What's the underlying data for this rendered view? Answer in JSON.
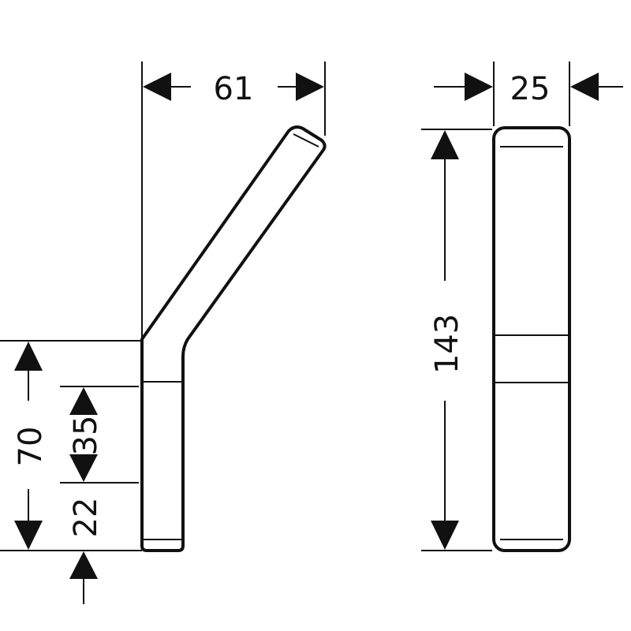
{
  "diagram": {
    "side_view": {
      "dimensions": {
        "width": "61",
        "total_height": "70",
        "upper_segment": "35",
        "lower_segment": "22"
      }
    },
    "front_view": {
      "dimensions": {
        "width": "25",
        "height": "143"
      }
    }
  },
  "colors": {
    "line": "#111111",
    "background": "#ffffff"
  }
}
